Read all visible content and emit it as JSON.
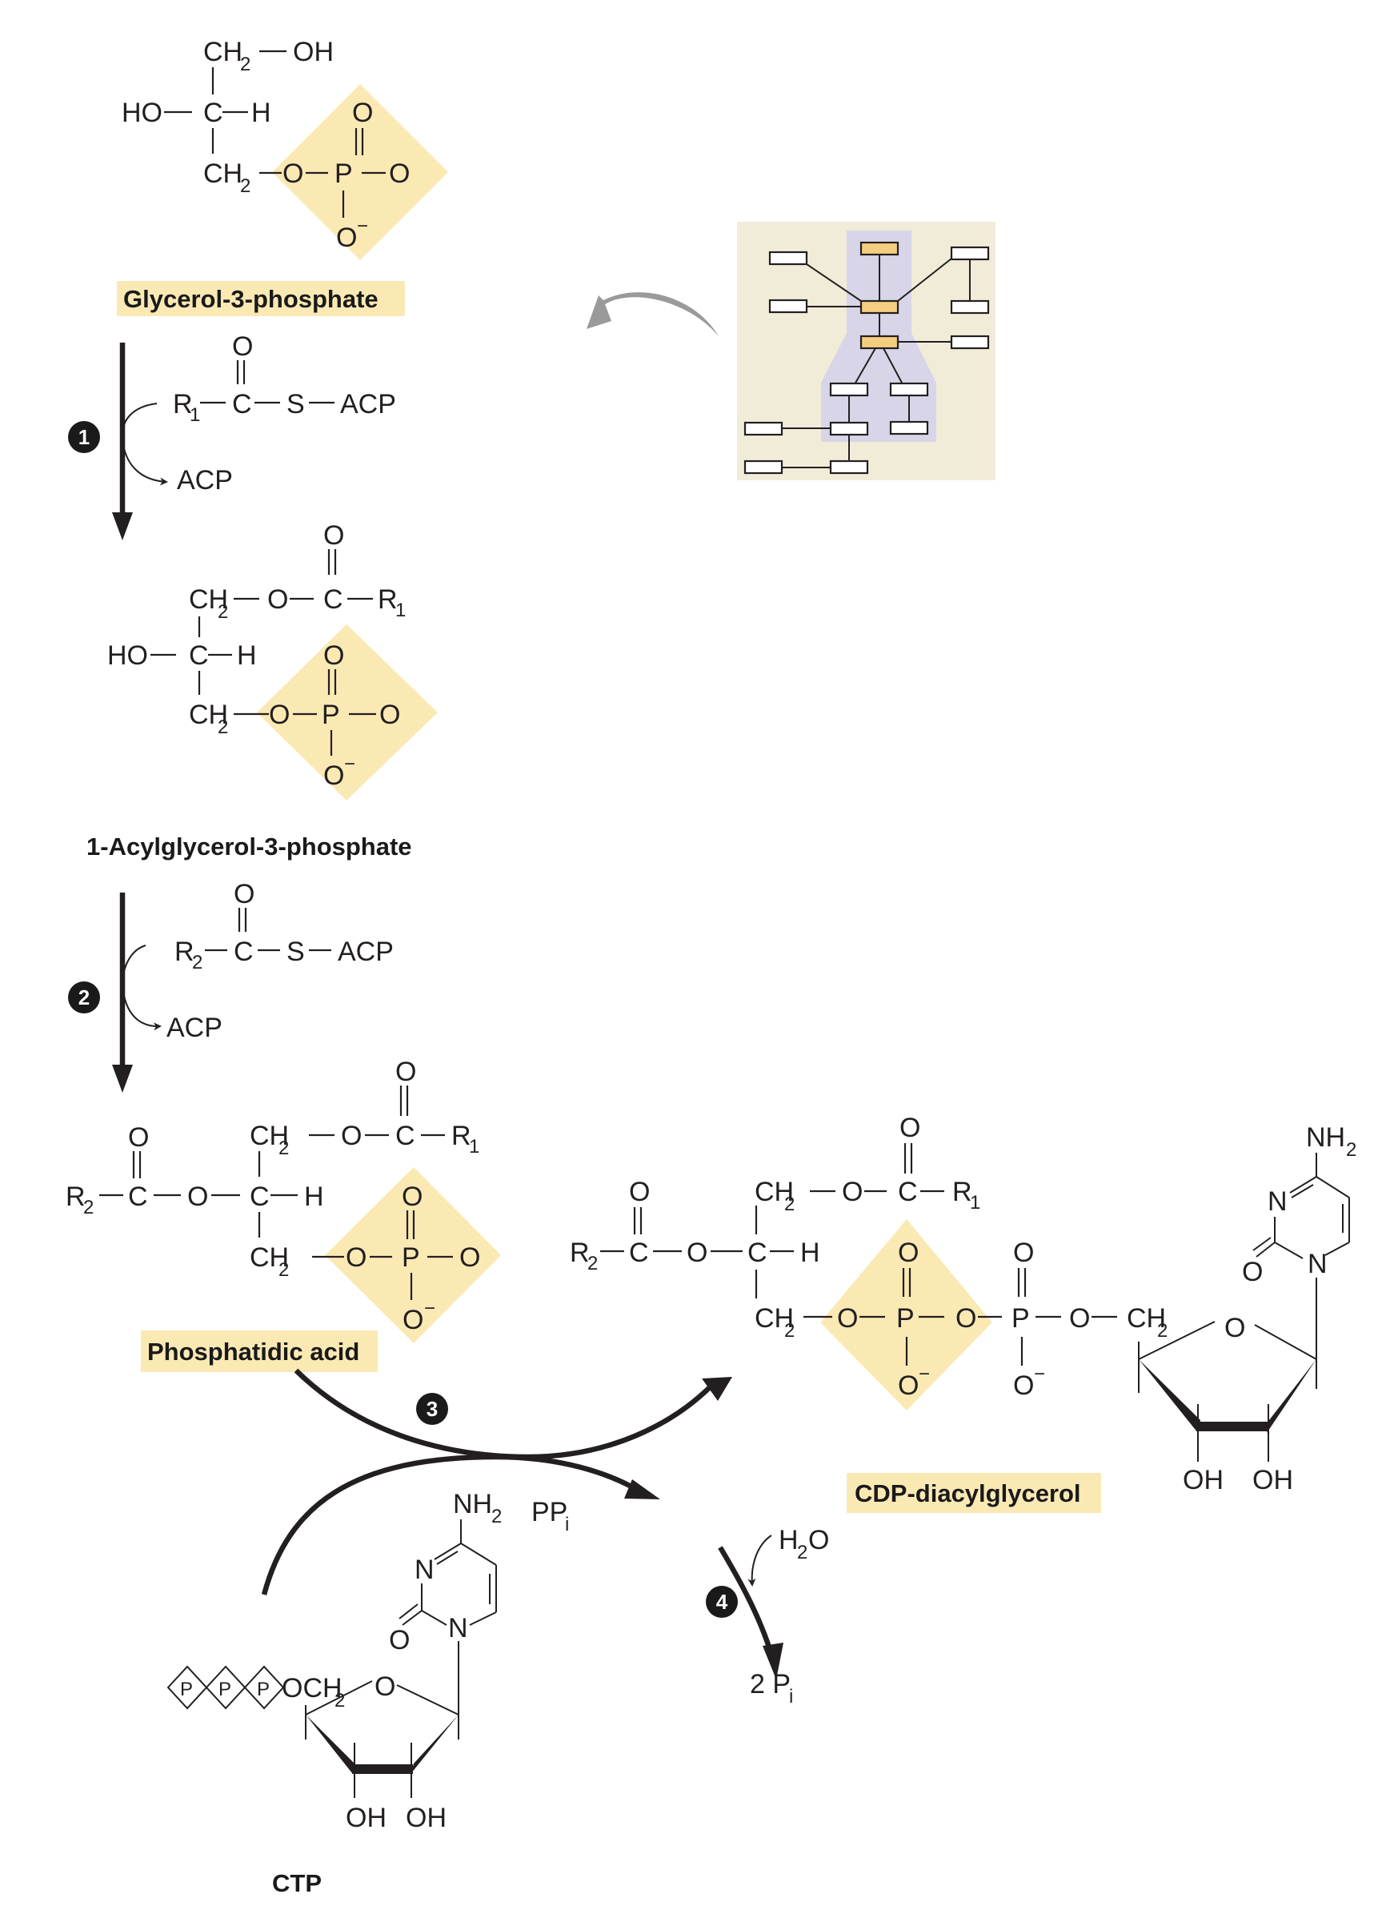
{
  "figure": {
    "title": "Synthesis of CDP-diacylglycerol from glycerol-3-phosphate",
    "colors": {
      "phosphate_highlight": "#fbe9b4",
      "label_highlight": "#fbe9b4",
      "overview_background": "#f1ecd8",
      "overview_pathway": "#d9d5e8",
      "overview_node_highlight": "#f5cd7f",
      "overview_arrow": "#9a9a9a",
      "ink": "#231f20"
    }
  },
  "compounds": {
    "glycerol3p": {
      "label": "Glycerol-3-phosphate",
      "atoms": {
        "ch2_top": "CH",
        "ch2_sub": "2",
        "oh": "OH",
        "ho": "HO",
        "c": "C",
        "h": "H",
        "ch2_bot": "CH",
        "o_link": "O",
        "p": "P",
        "o_right": "O",
        "o_top": "O",
        "o_minus": "O",
        "minus": "−"
      }
    },
    "acylglycerol3p": {
      "label": "1-Acylglycerol-3-phosphate",
      "atoms": {
        "ch2": "CH",
        "sub2": "2",
        "o_ester": "O",
        "c_carbonyl": "C",
        "o_carbonyl": "O",
        "r": "R",
        "r_sub": "1",
        "ho": "HO",
        "c": "C",
        "h": "H",
        "o_link": "O",
        "p": "P",
        "o_right": "O",
        "o_top": "O",
        "o_minus": "O",
        "minus": "−"
      }
    },
    "phosphatidic_acid": {
      "label": "Phosphatidic acid",
      "atoms": {
        "r2": "R",
        "r2_sub": "2",
        "c": "C",
        "o": "O",
        "h": "H",
        "ch2": "CH",
        "sub2": "2",
        "r1": "R",
        "r1_sub": "1",
        "p": "P",
        "minus": "−"
      }
    },
    "cdp_dag": {
      "label": "CDP-diacylglycerol",
      "atoms": {
        "r2": "R",
        "r2_sub": "2",
        "c": "C",
        "o": "O",
        "h": "H",
        "ch2": "CH",
        "sub2": "2",
        "r1": "R",
        "r1_sub": "1",
        "p": "P",
        "minus": "−",
        "n": "N",
        "nh": "NH",
        "oh": "OH"
      }
    },
    "ctp": {
      "label": "CTP",
      "atoms": {
        "p": "P",
        "och": "OCH",
        "sub2": "2",
        "o": "O",
        "n": "N",
        "nh": "NH",
        "oh": "OH"
      }
    }
  },
  "steps": [
    {
      "number": "1",
      "substrate": {
        "r": "R",
        "r_sub": "1",
        "c": "C",
        "o": "O",
        "s": "S",
        "acp": "ACP"
      },
      "released": "ACP"
    },
    {
      "number": "2",
      "substrate": {
        "r": "R",
        "r_sub": "2",
        "c": "C",
        "o": "O",
        "s": "S",
        "acp": "ACP"
      },
      "released": "ACP"
    },
    {
      "number": "3",
      "byproduct": "PP",
      "byproduct_sub": "i"
    },
    {
      "number": "4",
      "reactant": "H",
      "reactant_sub": "2",
      "reactant_tail": "O",
      "product": "2 P",
      "product_sub": "i"
    }
  ],
  "overview_map": {
    "description": "Metabolic overview map thumbnail",
    "highlighted_nodes": 3,
    "plain_nodes": 12
  }
}
